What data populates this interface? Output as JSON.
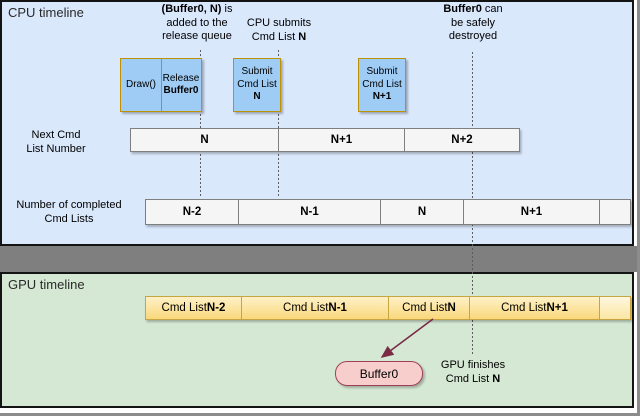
{
  "cpu": {
    "title": "CPU timeline",
    "annotations": {
      "release_queue": {
        "bold": "(Buffer0, N)",
        "rest": " is",
        "line2": "added to the",
        "line3": "release queue"
      },
      "submit": {
        "line1": "CPU submits",
        "line2_pre": "Cmd List ",
        "line2_bold": "N"
      },
      "destroy": {
        "bold": "Buffer0",
        "rest": " can",
        "line2": "be safely",
        "line3": "destroyed"
      }
    },
    "boxes": {
      "draw": {
        "label": "Draw()"
      },
      "release": {
        "line1": "Release",
        "line2": "Buffer0"
      },
      "submit_n": {
        "line1": "Submit",
        "line2": "Cmd List",
        "line3": "N"
      },
      "submit_n1": {
        "line1": "Submit",
        "line2": "Cmd List",
        "line3": "N+1"
      }
    },
    "next_row": {
      "label1": "Next Cmd",
      "label2": "List Number",
      "seg0": "N",
      "seg1": "N+1",
      "seg2": "N+2"
    },
    "completed_row": {
      "label1": "Number of completed",
      "label2": "Cmd Lists",
      "seg0": "N-2",
      "seg1": "N-1",
      "seg2": "N",
      "seg3": "N+1",
      "seg4": ""
    }
  },
  "gpu": {
    "title": "GPU timeline",
    "bar": {
      "prefix": "Cmd List ",
      "seg0": "N-2",
      "seg1": "N-1",
      "seg2": "N",
      "seg3": "N+1",
      "seg4": ""
    },
    "buffer_label": "Buffer0",
    "finish": {
      "line1": "GPU finishes",
      "line2_pre": "Cmd List ",
      "line2_bold": "N"
    }
  },
  "colors": {
    "cpu_bg": "#DAE8FC",
    "gpu_bg": "#D5E8D4",
    "band": "#7F7F7F",
    "box_blue": "#9FCCF5",
    "box_border": "#BF9000",
    "bar_fill": "#F5F5F5",
    "bar_border": "#7F7F7F",
    "gpu_seg_top": "#FFF1C6",
    "gpu_seg_bottom": "#F9D87C",
    "gpu_seg_border": "#C7A543",
    "pink_fill": "#F8CECC",
    "pink_border": "#A04058",
    "arrow": "#7A2B45"
  }
}
